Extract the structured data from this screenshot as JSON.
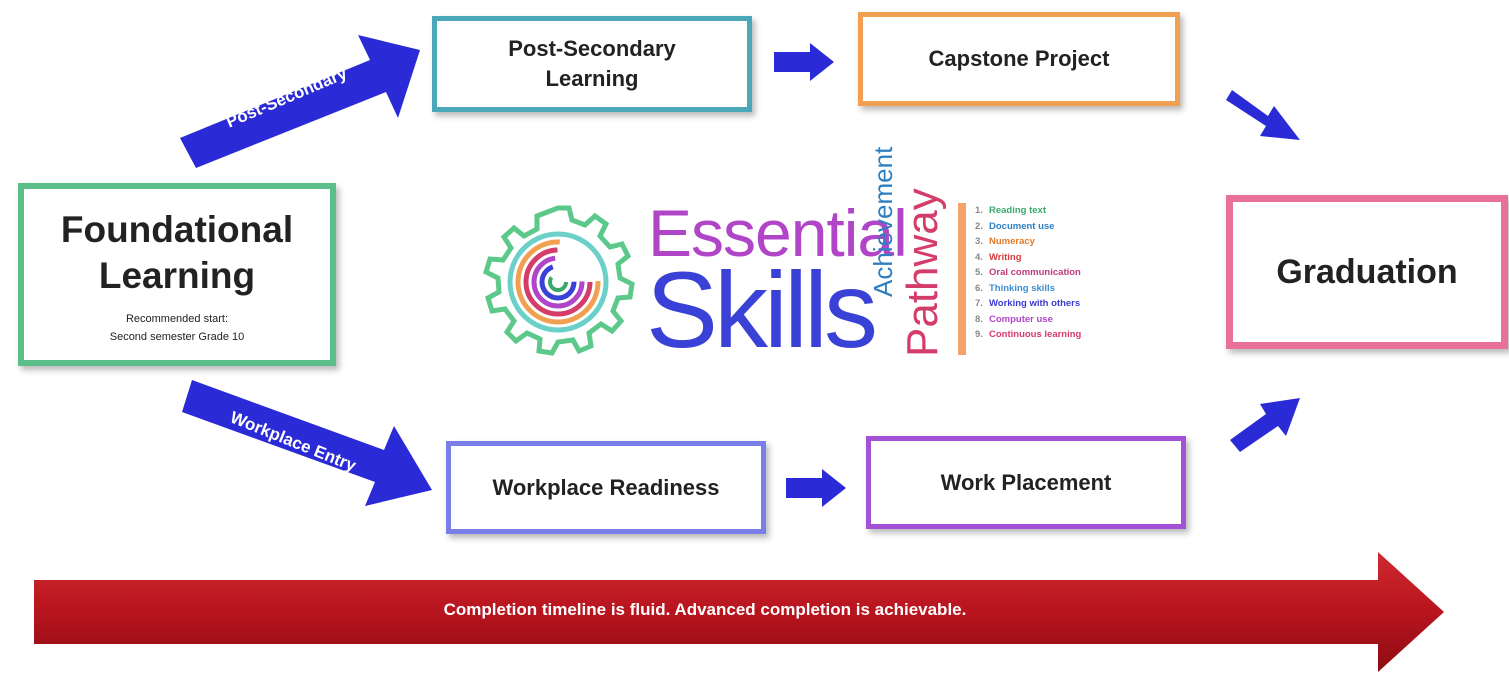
{
  "boxes": {
    "foundational": {
      "title": "Foundational Learning",
      "note_line1": "Recommended start:",
      "note_line2": "Second semester Grade 10",
      "border": "#5cbf8a"
    },
    "post_secondary": {
      "title": "Post-Secondary Learning",
      "border": "#4aa8b8"
    },
    "capstone": {
      "title": "Capstone Project",
      "border": "#f0a050"
    },
    "graduation": {
      "title": "Graduation",
      "border": "#e8709a"
    },
    "workplace_readiness": {
      "title": "Workplace Readiness",
      "border": "#7a7ee8"
    },
    "work_placement": {
      "title": "Work Placement",
      "border": "#a352d8"
    }
  },
  "arrows": {
    "post_secondary_label": "Post-Secondary",
    "workplace_entry_label": "Workplace Entry",
    "timeline_text": "Completion timeline is fluid.  Advanced completion is achievable.",
    "blue": "#2a2ad6",
    "red": "#b8141e"
  },
  "logo": {
    "word1": "Essential",
    "word2": "Skills",
    "word3": "Achievement",
    "word4": "Pathway",
    "gear_color": "#5cc98a",
    "skills": [
      {
        "num": "1.",
        "text": "Reading text",
        "color": "#3aa86a"
      },
      {
        "num": "2.",
        "text": "Document use",
        "color": "#2f7fbf"
      },
      {
        "num": "3.",
        "text": "Numeracy",
        "color": "#e07a2a"
      },
      {
        "num": "4.",
        "text": "Writing",
        "color": "#d43c3c"
      },
      {
        "num": "5.",
        "text": "Oral communication",
        "color": "#c03a80"
      },
      {
        "num": "6.",
        "text": "Thinking skills",
        "color": "#3a8fd6"
      },
      {
        "num": "7.",
        "text": "Working with others",
        "color": "#3a3ad6"
      },
      {
        "num": "8.",
        "text": "Computer use",
        "color": "#b145c8"
      },
      {
        "num": "9.",
        "text": "Continuous learning",
        "color": "#d43c6a"
      }
    ]
  }
}
